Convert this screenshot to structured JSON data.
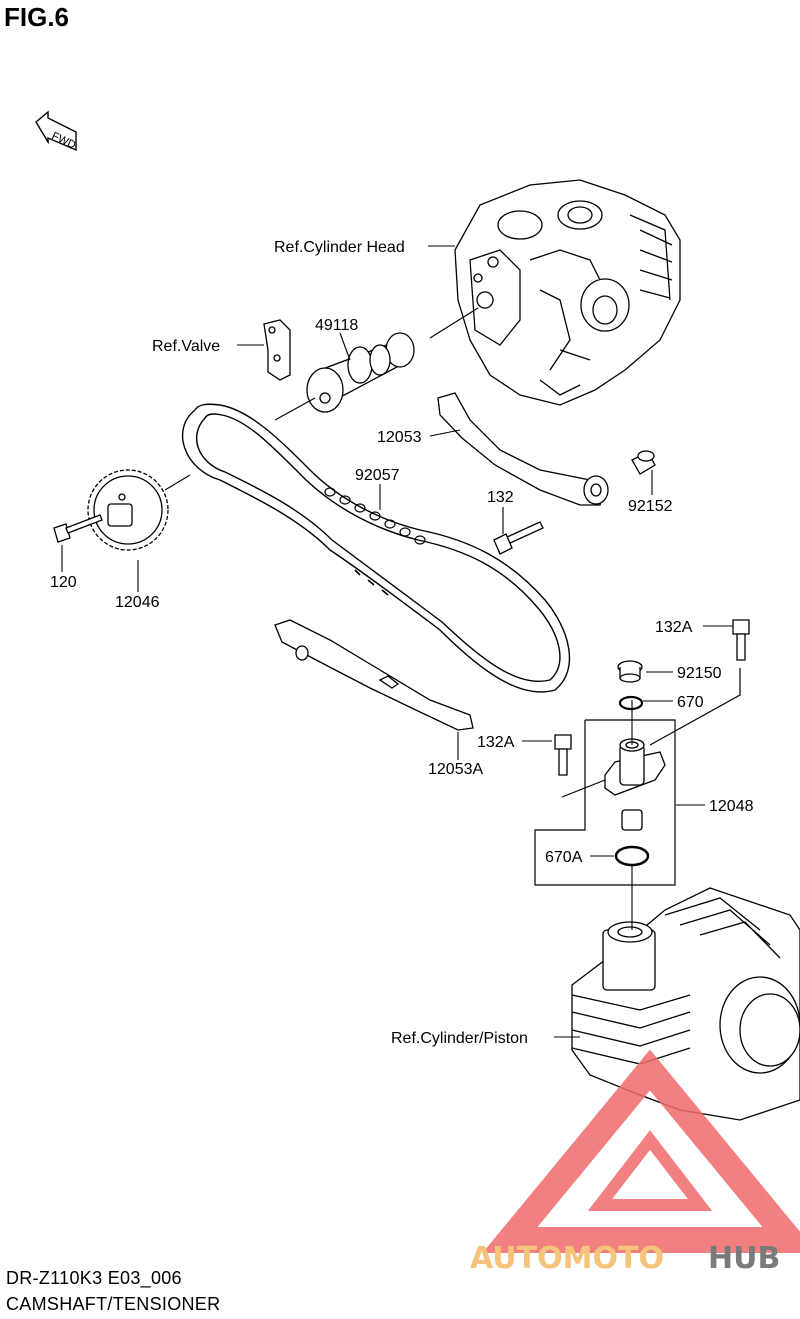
{
  "figure": {
    "title": "FIG.6"
  },
  "orientation": {
    "label": "FWD"
  },
  "labels": {
    "cylinder_head": "Ref.Cylinder Head",
    "valve": "Ref.Valve",
    "p49118": "49118",
    "p12053": "12053",
    "p92057": "92057",
    "p132": "132",
    "p92152": "92152",
    "p120": "120",
    "p12046": "12046",
    "p132A_top": "132A",
    "p92150": "92150",
    "p670": "670",
    "p132A_left": "132A",
    "p12048": "12048",
    "p12053A": "12053A",
    "p670A": "670A",
    "cylinder_piston": "Ref.Cylinder/Piston"
  },
  "footer": {
    "model_code": "DR-Z110K3 E03_006",
    "section": "CAMSHAFT/TENSIONER"
  },
  "watermark": {
    "brand_part1": "AUTOMOTO",
    "brand_part2": "HUB",
    "color_primary": "#f06b6b",
    "color_secondary": "#f5c37a",
    "color_tertiary": "#7a7a7a"
  }
}
